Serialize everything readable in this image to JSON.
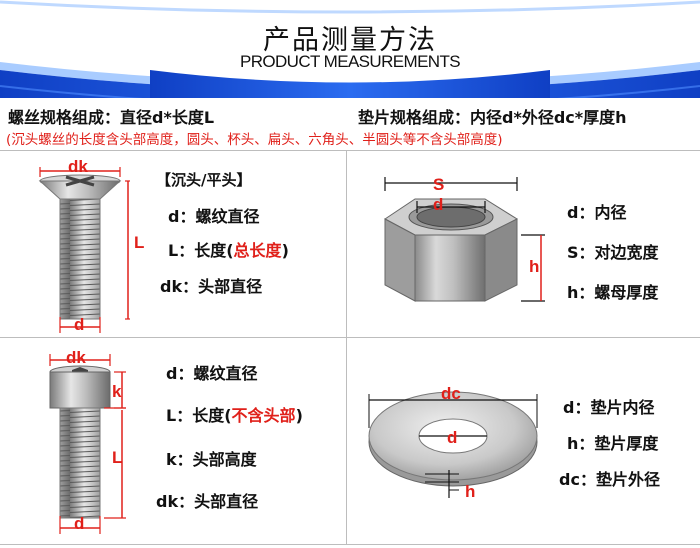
{
  "header": {
    "title_cn": "产品测量方法",
    "title_en": "PRODUCT MEASUREMENTS"
  },
  "spec": {
    "screw": "螺丝规格组成：直径d*长度L",
    "washer": "垫片规格组成：内径d*外径dc*厚度h",
    "note": "(沉头螺丝的长度含头部高度，圆头、杯头、扁头、六角头、半圆头等不含头部高度)"
  },
  "panel_countersunk": {
    "title": "【沉头/平头】",
    "labels": {
      "top": "dk",
      "side": "L",
      "bottom": "d"
    },
    "legend": [
      {
        "key": "d",
        "sep": "：",
        "desc": "螺纹直径",
        "extra_red": "",
        "extra_close": ""
      },
      {
        "key": "L",
        "sep": "：",
        "desc": "长度(",
        "extra_red": "总长度",
        "extra_close": ")"
      },
      {
        "key": "dk",
        "sep": "：",
        "desc": "头部直径",
        "extra_red": "",
        "extra_close": ""
      }
    ]
  },
  "panel_nut": {
    "labels": {
      "outer": "S",
      "inner": "d",
      "height": "h"
    },
    "legend": [
      {
        "key": "d",
        "sep": "：",
        "desc": "内径"
      },
      {
        "key": "S",
        "sep": "：",
        "desc": "对边宽度"
      },
      {
        "key": "h",
        "sep": "：",
        "desc": "螺母厚度"
      }
    ]
  },
  "panel_socket": {
    "labels": {
      "top": "dk",
      "head": "k",
      "side": "L",
      "bottom": "d"
    },
    "legend": [
      {
        "key": "d",
        "sep": "：",
        "desc": "螺纹直径",
        "extra_red": "",
        "extra_close": ""
      },
      {
        "key": "L",
        "sep": "：",
        "desc": "长度(",
        "extra_red": "不含头部",
        "extra_close": ")"
      },
      {
        "key": "k",
        "sep": "：",
        "desc": "头部高度",
        "extra_red": "",
        "extra_close": ""
      },
      {
        "key": "dk",
        "sep": "：",
        "desc": "头部直径",
        "extra_red": "",
        "extra_close": ""
      }
    ]
  },
  "panel_washer": {
    "labels": {
      "outer": "dc",
      "inner": "d",
      "thick": "h"
    },
    "legend": [
      {
        "key": "d",
        "sep": "：",
        "desc": "垫片内径"
      },
      {
        "key": "h",
        "sep": "：",
        "desc": "垫片厚度"
      },
      {
        "key": "dc",
        "sep": "：",
        "desc": "垫片外径"
      }
    ]
  },
  "colors": {
    "accent_red": "#e0201a",
    "banner_blue": "#1a4fd6",
    "banner_light": "#9cc4ff"
  }
}
